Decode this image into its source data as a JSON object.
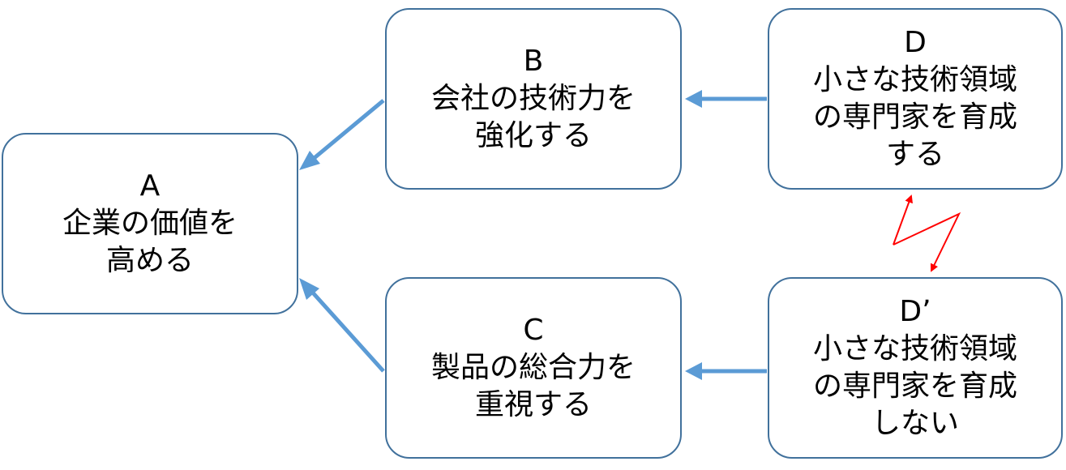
{
  "colors": {
    "node_border": "#41719c",
    "arrow": "#5b9bd5",
    "conflict_arrow": "#ff0000"
  },
  "nodes": {
    "a": {
      "letter": "A",
      "lines": [
        "企業の価値を",
        "高める"
      ]
    },
    "b": {
      "letter": "B",
      "lines": [
        "会社の技術力を",
        "強化する"
      ]
    },
    "c": {
      "letter": "C",
      "lines": [
        "製品の総合力を",
        "重視する"
      ]
    },
    "d": {
      "letter": "D",
      "lines": [
        "小さな技術領域",
        "の専門家を育成",
        "する"
      ]
    },
    "d_prime": {
      "letter": "D’",
      "lines": [
        "小さな技術領域",
        "の専門家を育成",
        "しない"
      ]
    }
  },
  "edges": [
    {
      "from": "B",
      "to": "A"
    },
    {
      "from": "C",
      "to": "A"
    },
    {
      "from": "D",
      "to": "B"
    },
    {
      "from": "D’",
      "to": "C"
    }
  ],
  "conflict": {
    "between": [
      "D",
      "D’"
    ]
  }
}
